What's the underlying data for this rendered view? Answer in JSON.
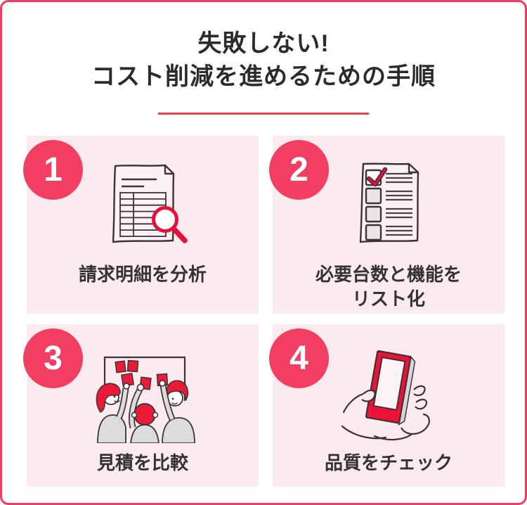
{
  "header": {
    "title_line1": "失敗しない!",
    "title_line2": "コスト削減を進めるための手順"
  },
  "steps": [
    {
      "number": "1",
      "label": "請求明細を分析",
      "icon": "invoice-magnifier-icon"
    },
    {
      "number": "2",
      "label": "必要台数と機能を\nリスト化",
      "icon": "checklist-icon"
    },
    {
      "number": "3",
      "label": "見積を比較",
      "icon": "people-compare-icon"
    },
    {
      "number": "4",
      "label": "品質をチェック",
      "icon": "hand-phone-icon"
    }
  ],
  "colors": {
    "frame_border": "#f13b63",
    "divider_red": "#e8444d",
    "card_background": "#fbeaee",
    "badge_pink": "#f23e61",
    "badge_text": "#ffffff",
    "accent_red": "#e8103a",
    "title_text": "#2b2b2b",
    "label_text": "#333333",
    "icon_outline": "#3c3335",
    "icon_gray": "#dcdcdc"
  }
}
